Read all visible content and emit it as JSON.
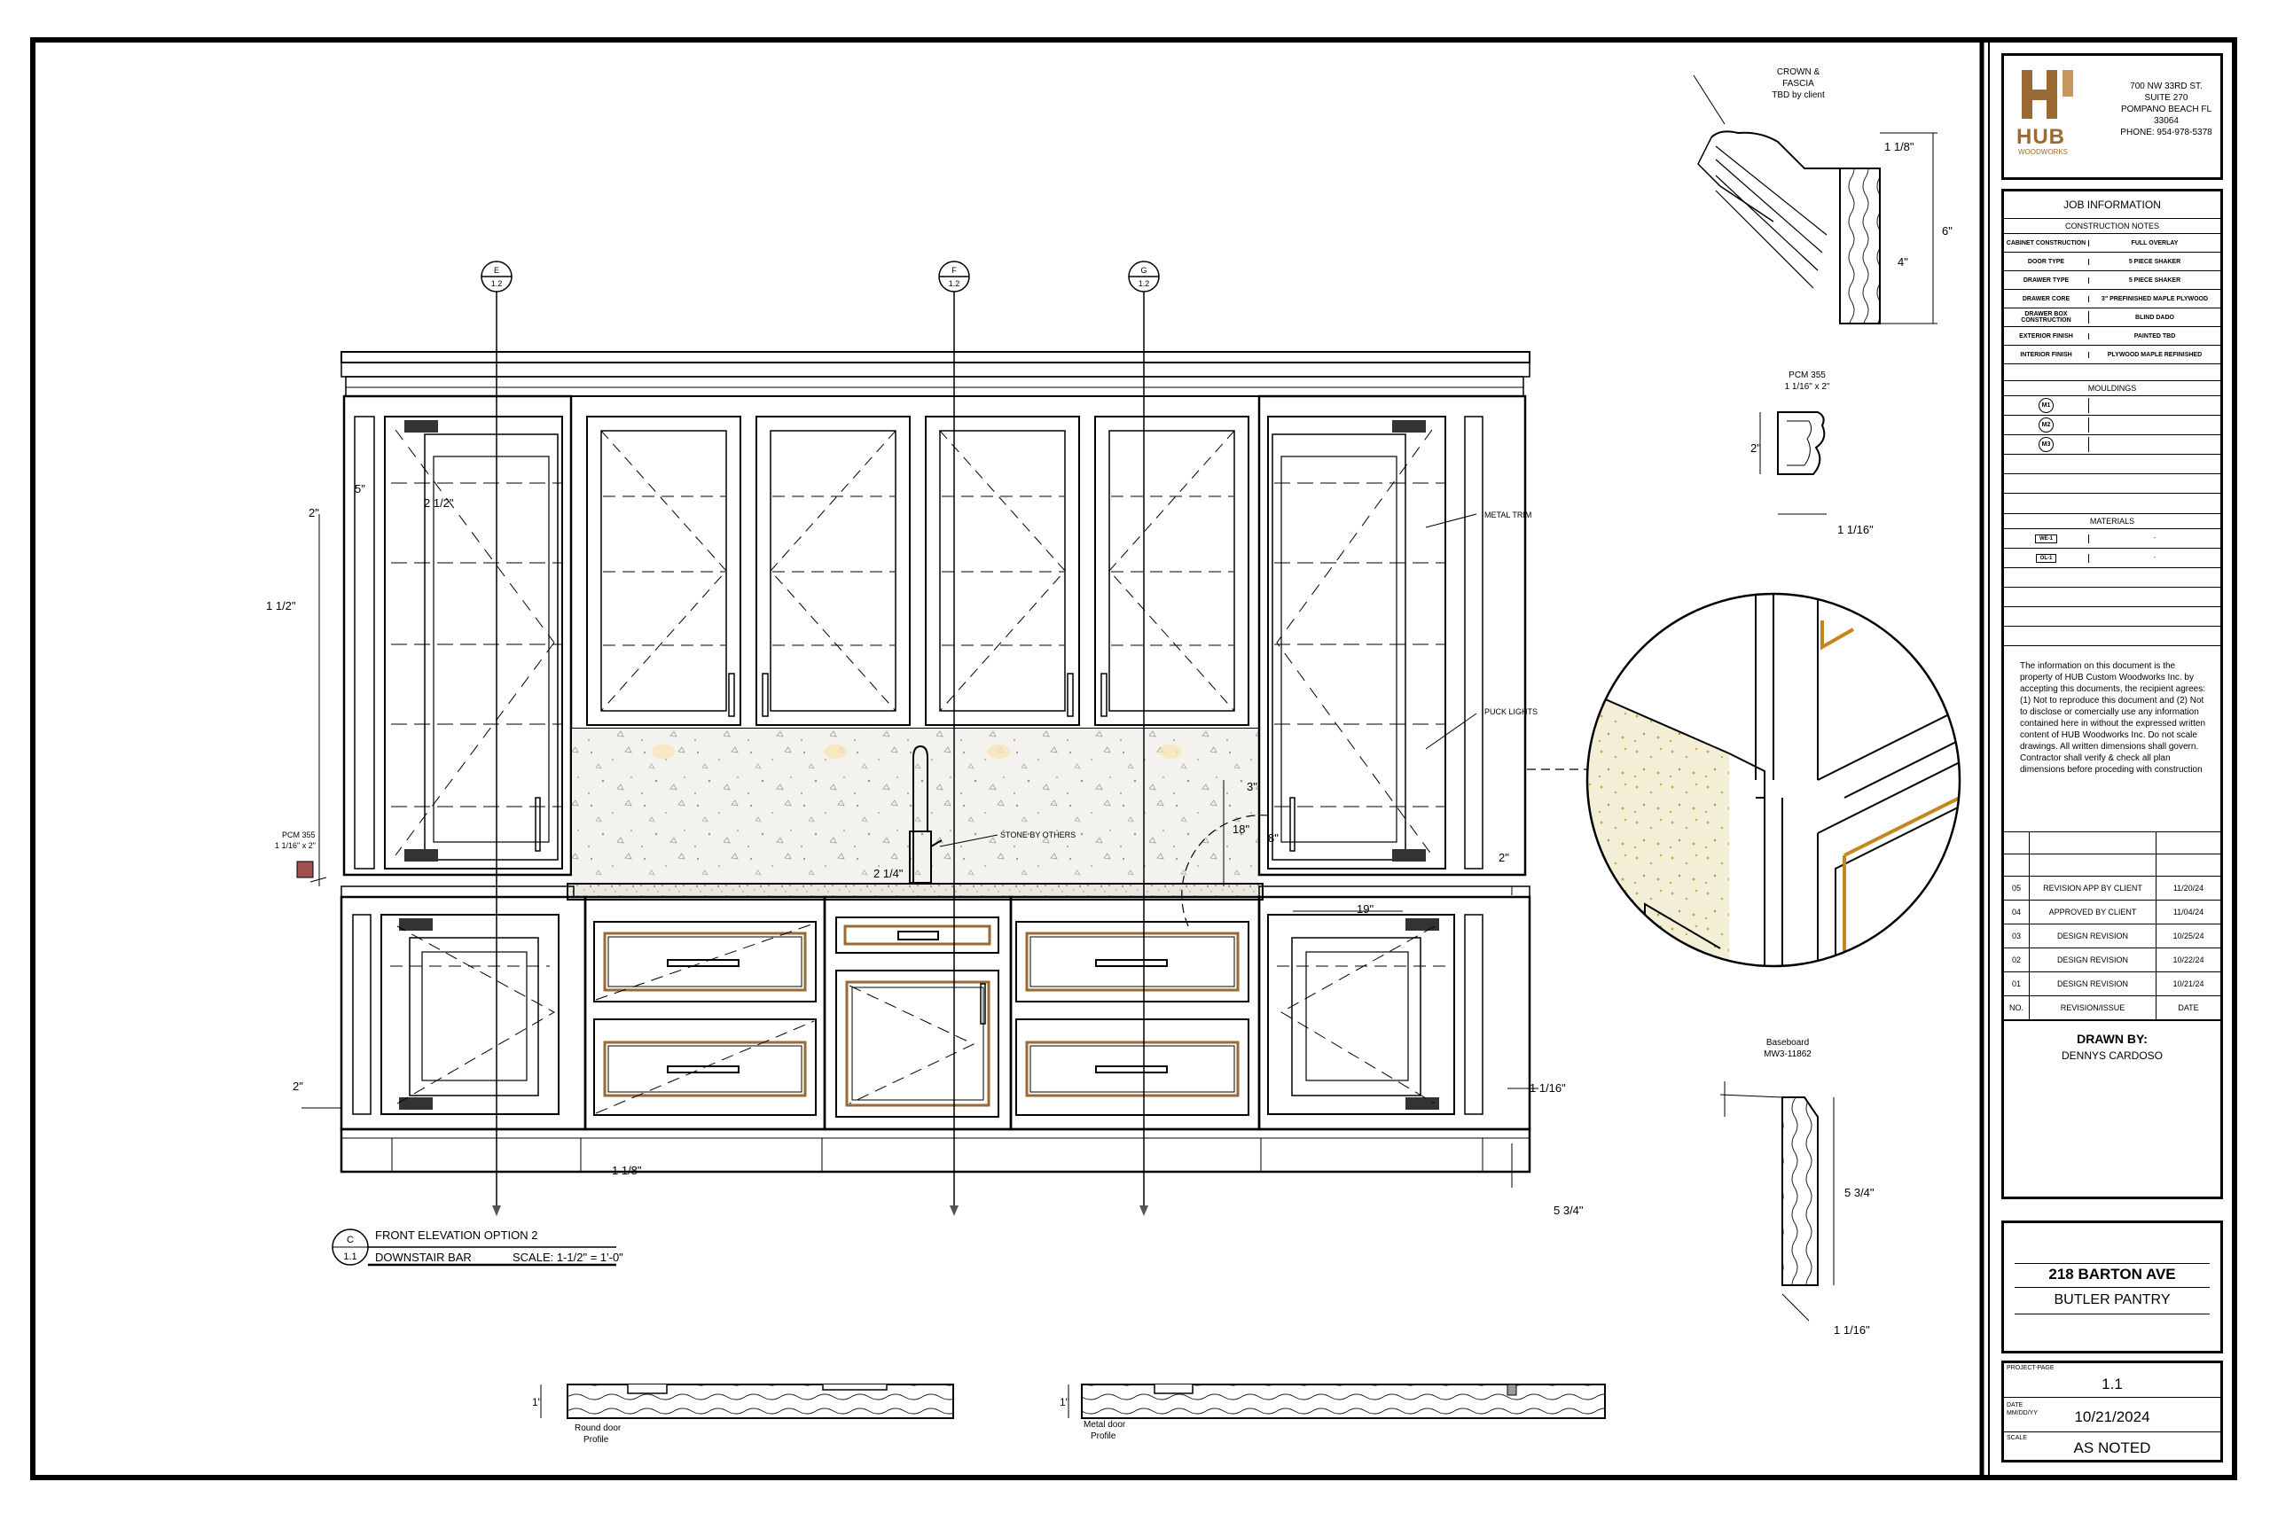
{
  "company": {
    "logo_word": "HUB",
    "logo_sub": "WOODWORKS",
    "address_lines": [
      "700 NW 33RD ST.",
      "SUITE 270",
      "POMPANO BEACH  FL",
      "33064",
      "PHONE: 954-978-5378"
    ],
    "brand_color": "#9a6a35"
  },
  "job_info": {
    "title": "JOB INFORMATION",
    "notes_title": "CONSTRUCTION NOTES",
    "rows": [
      {
        "label": "CABINET CONSTRUCTION",
        "value": "FULL OVERLAY"
      },
      {
        "label": "DOOR TYPE",
        "value": "5 PIECE SHAKER"
      },
      {
        "label": "DRAWER TYPE",
        "value": "5 PIECE SHAKER"
      },
      {
        "label": "DRAWER CORE",
        "value": "3\" PREFINISHED MAPLE PLYWOOD"
      },
      {
        "label": "DRAWER BOX CONSTRUCTION",
        "value": "BLIND DADO"
      },
      {
        "label": "EXTERIOR FINISH",
        "value": "PAINTED TBD"
      },
      {
        "label": "INTERIOR FINISH",
        "value": "PLYWOOD MAPLE REFINISHED"
      }
    ],
    "mouldings_title": "MOULDINGS",
    "mouldings": [
      "M1",
      "M2",
      "M3"
    ],
    "materials_title": "MATERIALS",
    "materials": [
      {
        "tag": "WE-1",
        "value": "-"
      },
      {
        "tag": "OL-1",
        "value": "-"
      }
    ]
  },
  "disclaimer": "The information on this document is the property of HUB Custom Woodworks Inc. by accepting this documents, the recipient agrees: (1) Not to reproduce this document and (2) Not to disclose or comercially use any information contained here in without the expressed written content of HUB Woodworks Inc. Do not scale drawings. All written dimensions shall govern. Contractor shall verify & check all plan dimensions before proceding with construction",
  "revisions": {
    "rows": [
      {
        "no": "05",
        "desc": "REVISION APP BY CLIENT",
        "date": "11/20/24"
      },
      {
        "no": "04",
        "desc": "APPROVED BY CLIENT",
        "date": "11/04/24"
      },
      {
        "no": "03",
        "desc": "DESIGN REVISION",
        "date": "10/25/24"
      },
      {
        "no": "02",
        "desc": "DESIGN REVISION",
        "date": "10/22/24"
      },
      {
        "no": "01",
        "desc": "DESIGN REVISION",
        "date": "10/21/24"
      }
    ],
    "header": {
      "no": "NO.",
      "desc": "REVISION/ISSUE",
      "date": "DATE"
    }
  },
  "drawn_by": {
    "label": "DRAWN BY:",
    "name": "DENNYS CARDOSO"
  },
  "project": {
    "address": "218 BARTON AVE",
    "room": "BUTLER PANTRY"
  },
  "page_info": {
    "page_label": "PROJECT-PAGE",
    "page": "1.1",
    "date_label": "DATE MM/DD/YY",
    "date": "10/21/2024",
    "scale_label": "SCALE",
    "scale": "AS NOTED"
  },
  "drawing": {
    "elevation_title": "FRONT ELEVATION OPTION 2",
    "elevation_sub": "DOWNSTAIR BAR",
    "elevation_scale": "SCALE: 1-1/2\" = 1'-0\"",
    "tag_letter": "C",
    "tag_number": "1.1",
    "markers": [
      {
        "letter": "E",
        "num": "1.2"
      },
      {
        "letter": "F",
        "num": "1.2"
      },
      {
        "letter": "G",
        "num": "1.2"
      }
    ],
    "labels": {
      "metal_trim": "METAL TRIM",
      "puck_lights": "PUCK LIGHTS",
      "stone": "STONE BY OTHERS",
      "pcm_left_1": "PCM 355",
      "pcm_left_2": "1 1/16\" x 2\"",
      "crown_1": "CROWN &",
      "crown_2": "FASCIA",
      "crown_3": "TBD by client",
      "pcm_right_1": "PCM 355",
      "pcm_right_2": "1 1/16\" x 2\"",
      "baseboard_1": "Baseboard",
      "baseboard_2": "MW3-11862",
      "round_door_1": "Round door",
      "round_door_2": "Profile",
      "metal_door_1": "Metal door",
      "metal_door_2": "Profile"
    },
    "dims": {
      "d2": "2\"",
      "d5": "5\"",
      "d19": "19\"",
      "d18": "18\"",
      "d8": "8\"",
      "d3": "3\"",
      "d4": "4\"",
      "d6": "6\"",
      "d1": "1\"",
      "d1_16": "1 1/16\"",
      "d1_12": "1 1/2\"",
      "d2_12": "2 1/2\"",
      "d2_14": "2 1/4\"",
      "d5_34": "5 3/4\"",
      "d1_18": "1 1/8\""
    }
  }
}
